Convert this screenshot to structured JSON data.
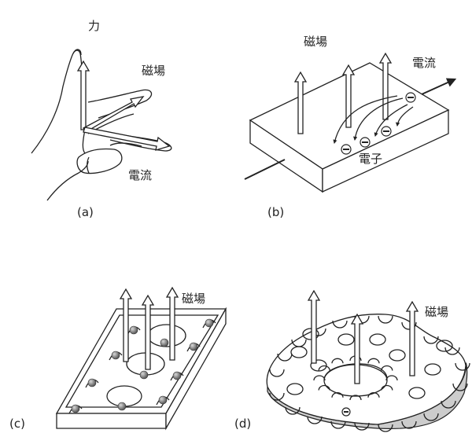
{
  "panels": [
    {
      "id": "a",
      "caption": "(a)",
      "labels": {
        "force": "力",
        "field": "磁場",
        "current": "電流"
      }
    },
    {
      "id": "b",
      "caption": "(b)",
      "labels": {
        "field": "磁場",
        "current": "電流",
        "electron": "電子"
      },
      "electron_symbol": "⊖"
    },
    {
      "id": "c",
      "caption": "(c)",
      "labels": {
        "field": "磁場"
      }
    },
    {
      "id": "d",
      "caption": "(d)",
      "labels": {
        "field": "磁場"
      },
      "electron_symbol": "⊖"
    }
  ]
}
